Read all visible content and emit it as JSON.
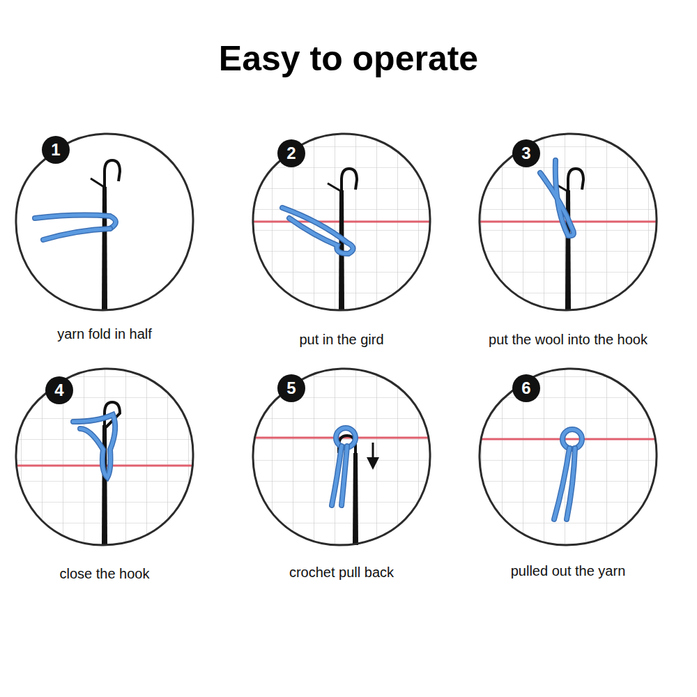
{
  "diagram": {
    "title": "Easy to operate",
    "nodes": [
      {
        "text": [
          "yarn fold in half"
        ]
      },
      {
        "text": [
          "1"
        ],
        "in": 0
      },
      {
        "text": [
          "put in the gird"
        ]
      },
      {
        "text": [
          "2"
        ],
        "in": 2
      },
      {
        "text": [
          "put the wool into the hook"
        ]
      },
      {
        "text": [
          "3"
        ],
        "in": 4
      },
      {
        "text": [
          "close the hook"
        ]
      },
      {
        "text": [
          "4"
        ],
        "in": 6
      },
      {
        "text": [
          "crochet pull back"
        ]
      },
      {
        "text": [
          "5"
        ],
        "in": 8
      },
      {
        "text": [
          "pulled out the yarn"
        ]
      },
      {
        "text": [
          "6"
        ],
        "in": 10
      }
    ]
  }
}
